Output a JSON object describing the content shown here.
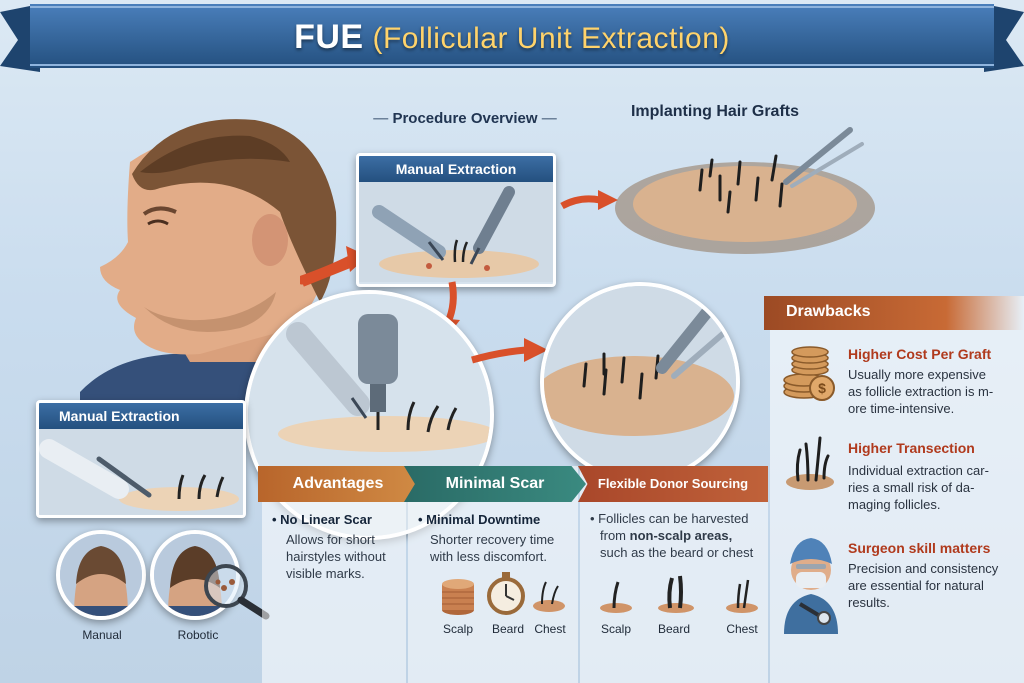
{
  "header": {
    "title_main": "FUE",
    "title_paren": "(Follicular Unit Extraction)"
  },
  "headings": {
    "procedure_overview": "Procedure Overview",
    "implanting": "Implanting Hair Grafts"
  },
  "cards": {
    "top": "Manual Extraction",
    "left": "Manual Extraction"
  },
  "circles": {
    "manual": "Manual",
    "robotic": "Robotic"
  },
  "columns": [
    {
      "title": "Advantages",
      "bullet": "• No Linear Scar",
      "desc": [
        "Allows for short",
        "hairstyles without",
        "visible marks."
      ]
    },
    {
      "title": "Minimal Scar",
      "bullet": "• Minimal Downtime",
      "desc": [
        "Shorter recovery time",
        "with less discomfort."
      ],
      "icons": [
        "Scalp",
        "Beard",
        "Chest"
      ]
    },
    {
      "title": "Flexible Donor Sourcing",
      "desc_line1": "• Follicles can be harvested",
      "desc_line2_plain": "from ",
      "desc_line2_bold": "non-scalp areas,",
      "desc_line3": "such as the beard or chest",
      "icons": [
        "Scalp",
        "Beard",
        "Chest"
      ]
    }
  ],
  "drawbacks": {
    "title": "Drawbacks",
    "items": [
      {
        "title": "Higher Cost Per Graft",
        "desc": [
          "Usually more expensive",
          "as follicle extraction is m-",
          "ore time-intensive."
        ]
      },
      {
        "title": "Higher Transection",
        "desc": [
          "Individual extraction car-",
          "ries a small risk of da-",
          "maging follicles."
        ]
      },
      {
        "title": "Surgeon skill matters",
        "desc": [
          "Precision and consistency",
          "are essential for natural",
          "results."
        ]
      }
    ]
  },
  "colors": {
    "banner": "#2f5f96",
    "advantages": "#c8773a",
    "minimal": "#2f7a73",
    "flexible": "#b5532b",
    "drawback_title": "#b03a1d"
  }
}
